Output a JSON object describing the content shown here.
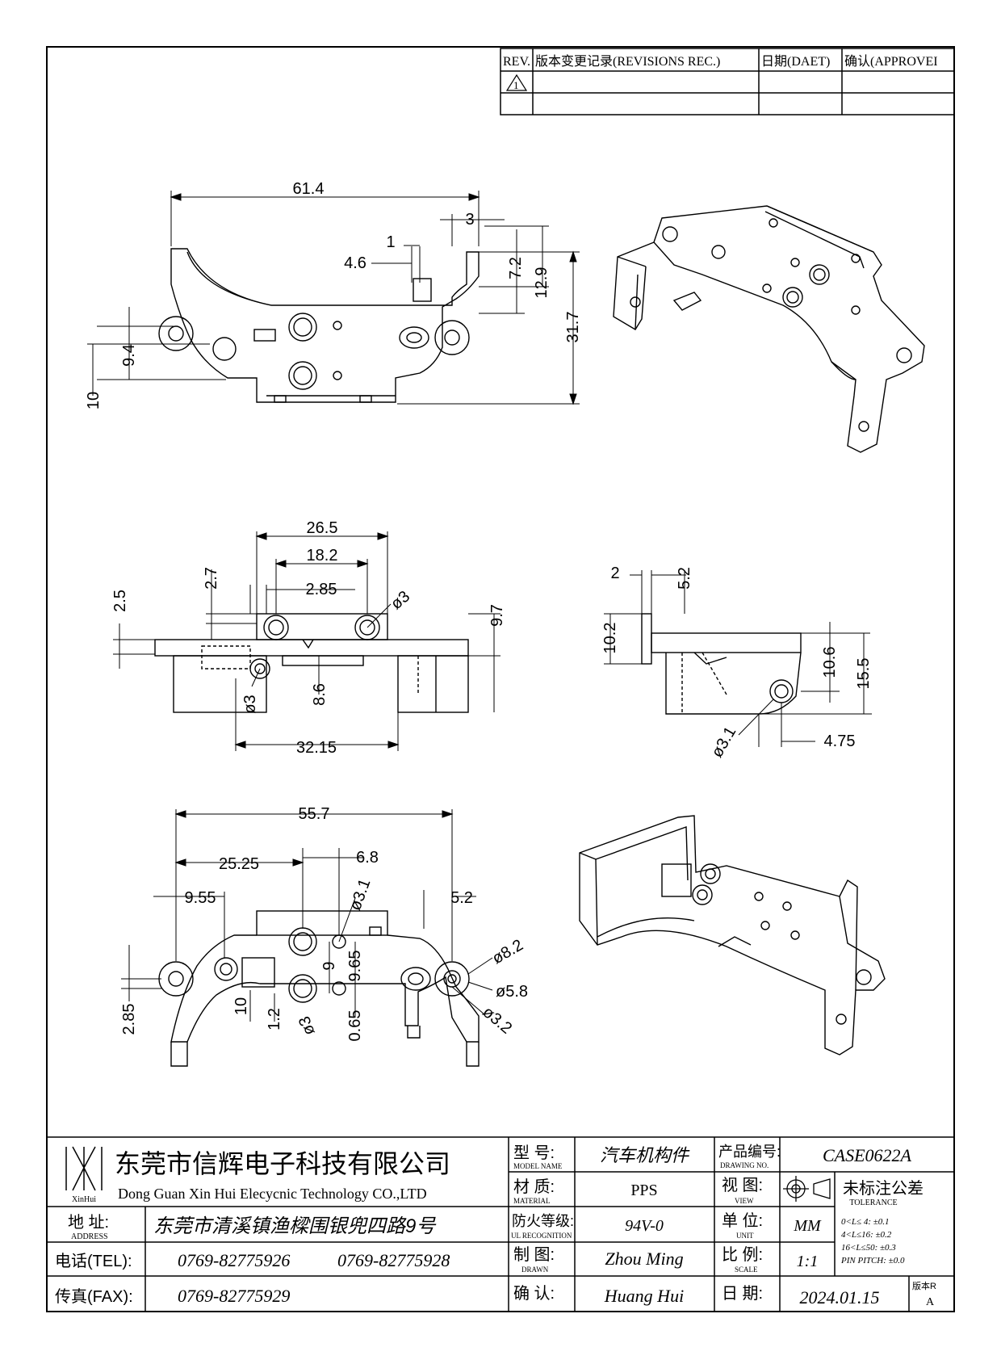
{
  "revisions": {
    "headers": [
      "REV.",
      "版本变更记录(REVISIONS REC.)",
      "日期(DAET)",
      "确认(APPROVEI"
    ],
    "rows": [
      [
        "1",
        "",
        "",
        ""
      ],
      [
        "",
        "",
        "",
        ""
      ]
    ]
  },
  "dims": {
    "top": [
      "61.4",
      "3",
      "1",
      "4.6",
      "7.2",
      "12.9",
      "31.7",
      "9.4",
      "10"
    ],
    "front": [
      "26.5",
      "18.2",
      "2.85",
      "2.7",
      "2.5",
      "ø3",
      "9.7",
      "ø3",
      "8.6",
      "32.15"
    ],
    "side": [
      "2",
      "5.2",
      "10.2",
      "10.6",
      "15.5",
      "ø3.1",
      "4.75"
    ],
    "bottom": [
      "55.7",
      "6.8",
      "25.25",
      "9.55",
      "ø3.1",
      "5.2",
      "ø8.2",
      "ø5.8",
      "ø3.2",
      "9",
      "9.65",
      "2.85",
      "10",
      "1.2",
      "ø3",
      "0.65"
    ]
  },
  "title_block": {
    "company_cn": "东莞市信辉电子科技有限公司",
    "company_en": "Dong Guan Xin Hui Elecycnic Technology CO.,LTD",
    "logo_text": "XinHui",
    "address_label": "地  址:",
    "address_label_en": "ADDRESS",
    "address": "东莞市清溪镇渔樑围银兜四路9号",
    "tel_label": "电话(TEL):",
    "tel1": "0769-82775926",
    "tel2": "0769-82775928",
    "fax_label": "传真(FAX):",
    "fax": "0769-82775929",
    "model_label": "型  号:",
    "model_label_en": "MODEL NAME",
    "model": "汽车机构件",
    "material_label": "材  质:",
    "material_label_en": "MATERIAL",
    "material": "PPS",
    "ul_label": "防火等级:",
    "ul_label_en": "UL RECOGNITION",
    "ul": "94V-0",
    "drawn_label": "制  图:",
    "drawn_label_en": "DRAWN",
    "drawn": "Zhou Ming",
    "check_label": "确  认:",
    "check": "Huang Hui",
    "drawing_no_label": "产品编号:",
    "drawing_no_label_en": "DRAWING NO.",
    "drawing_no": "CASE0622A",
    "view_label": "视  图:",
    "view_label_en": "VIEW",
    "tolerance_label": "未标注公差",
    "tolerance_label_en": "TOLERANCE",
    "tolerances": [
      "0<L≤ 4:  ±0.1",
      "4<L≤16:  ±0.2",
      "16<L≤50:  ±0.3",
      "PIN PITCH:  ±0.0"
    ],
    "unit_label": "单  位:",
    "unit_label_en": "UNIT",
    "unit": "MM",
    "scale_label": "比  例:",
    "scale_label_en": "SCALE",
    "scale": "1:1",
    "date_label": "日  期:",
    "date": "2024.01.15",
    "version_label": "版本R",
    "version": "A"
  }
}
